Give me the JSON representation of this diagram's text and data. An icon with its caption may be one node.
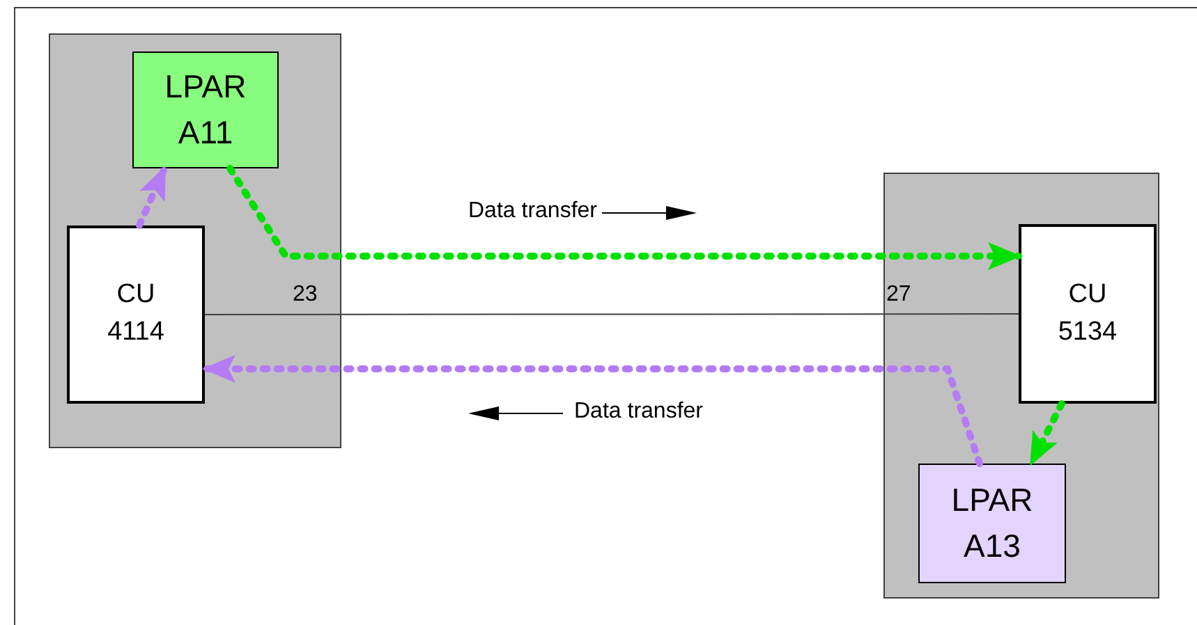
{
  "diagram": {
    "nodes": [
      {
        "text": [],
        "shape": "box"
      },
      {
        "text": [
          "LPAR A11"
        ],
        "in": 0
      },
      {
        "text": [
          "CU 4114"
        ],
        "in": 0
      },
      {
        "text": [],
        "shape": "box"
      },
      {
        "text": [
          "CU 5134"
        ],
        "in": 3
      },
      {
        "text": [
          "LPAR A13"
        ],
        "in": 3
      }
    ],
    "edges": [
      {
        "from": 2,
        "to": 1,
        "arrow": "to",
        "style": "dashed",
        "color": "#b57bf5"
      },
      {
        "from": 1,
        "to": 4,
        "arrow": "to",
        "style": "dashed",
        "color": "#00e000"
      },
      {
        "from": 2,
        "to": 4,
        "arrow": "none",
        "color": "#404040"
      },
      {
        "from": 4,
        "to": 5,
        "arrow": "to",
        "style": "dashed",
        "color": "#00e000"
      },
      {
        "from": 5,
        "to": 2,
        "arrow": "to",
        "style": "dashed",
        "color": "#b57bf5"
      }
    ],
    "labels": [
      "Data transfer",
      "23",
      "27",
      "Data transfer"
    ]
  }
}
